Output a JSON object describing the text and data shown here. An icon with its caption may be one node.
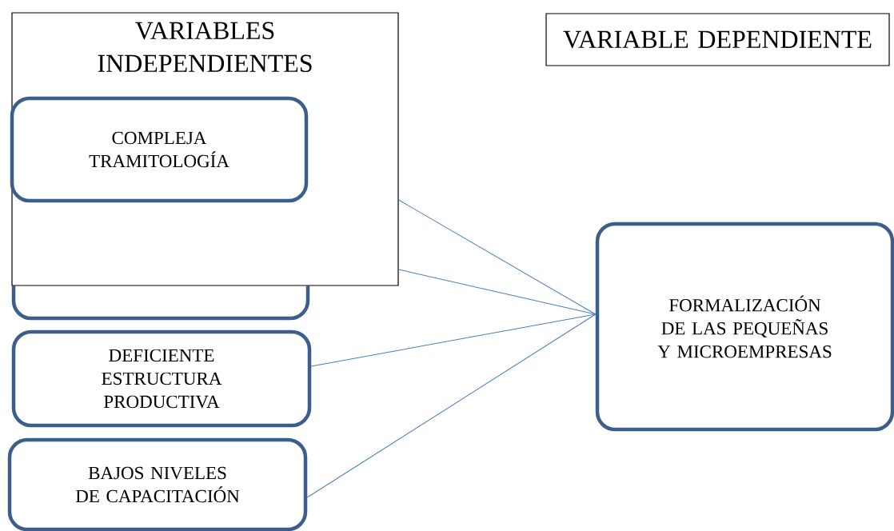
{
  "diagram": {
    "nodes": [
      {
        "text": [
          "VARIABLES INDEPENDIENTES"
        ]
      },
      {
        "text": [
          "COMPLEJA TRAMITOLOGÍA"
        ],
        "in": 0
      },
      {
        "text": [],
        "shape": "box"
      },
      {
        "text": [
          "DEFICIENTE ESTRUCTURA PRODUCTIVA"
        ]
      },
      {
        "text": [
          "BAJOS NIVELES DE CAPACITACIÓN"
        ]
      },
      {
        "text": [
          "VARIABLE DEPENDIENTE"
        ]
      },
      {
        "text": [
          "FORMALIZACIÓN DE LAS PEQUEÑAS Y MICROEMPRESAS"
        ]
      }
    ],
    "edges": [
      {
        "from": 0,
        "to": 6,
        "arrow": "none"
      },
      {
        "from": 0,
        "to": 6,
        "arrow": "none"
      },
      {
        "from": 3,
        "to": 6,
        "arrow": "none"
      },
      {
        "from": 4,
        "to": 6,
        "arrow": "none"
      }
    ]
  }
}
